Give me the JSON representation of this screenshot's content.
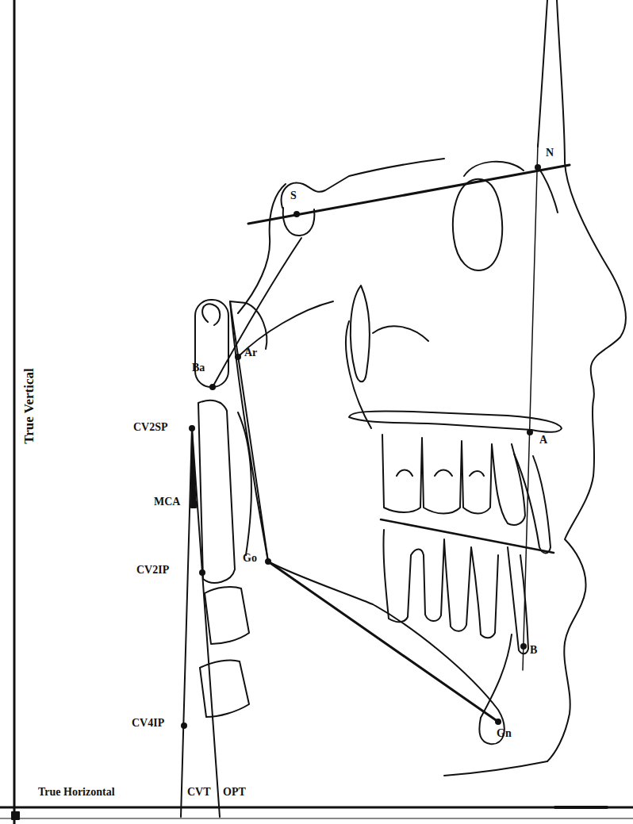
{
  "diagram": {
    "labels": [
      "True Vertical",
      "N",
      "S",
      "Ba",
      "Ar",
      "CV2SP",
      "MCA",
      "CV2IP",
      "Go",
      "A",
      "B",
      "Gn",
      "CV4IP",
      "True Horizontal",
      "CVT",
      "OPT"
    ]
  }
}
